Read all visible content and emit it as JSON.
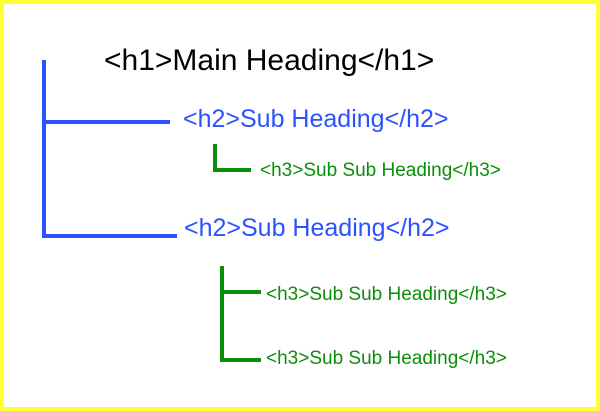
{
  "diagram": {
    "nodes": [
      {
        "id": "main",
        "level": "h1",
        "label": "<h1>Main Heading</h1>"
      },
      {
        "id": "sub1",
        "level": "h2",
        "label": "<h2>Sub Heading</h2>"
      },
      {
        "id": "sub1a",
        "level": "h3",
        "label": "<h3>Sub Sub Heading</h3>"
      },
      {
        "id": "sub2",
        "level": "h2",
        "label": "<h2>Sub Heading</h2>"
      },
      {
        "id": "sub2a",
        "level": "h3",
        "label": "<h3>Sub Sub Heading</h3>"
      },
      {
        "id": "sub2b",
        "level": "h3",
        "label": "<h3>Sub Sub Heading</h3>"
      }
    ],
    "edges": [
      {
        "from": "main",
        "to": "sub1"
      },
      {
        "from": "main",
        "to": "sub2"
      },
      {
        "from": "sub1",
        "to": "sub1a"
      },
      {
        "from": "sub2",
        "to": "sub2a"
      },
      {
        "from": "sub2",
        "to": "sub2b"
      }
    ],
    "colors": {
      "frame_border": "#ffff33",
      "background": "#ffffff",
      "h1_text": "#000000",
      "h2_text_and_connector": "#2a53ff",
      "h3_text_and_connector": "#0a8f0a"
    }
  }
}
